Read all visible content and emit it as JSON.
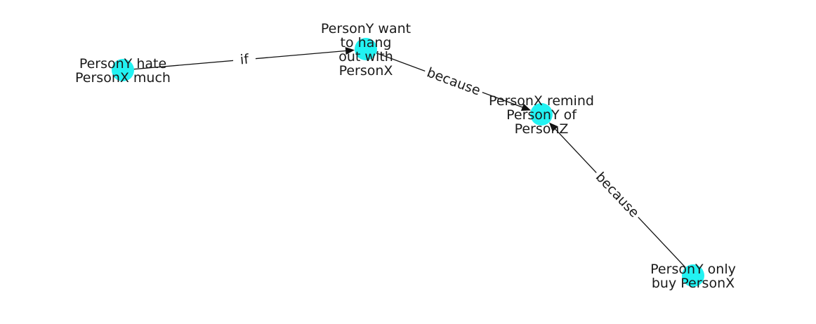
{
  "graph": {
    "node_color": "#22f2f2",
    "edge_color": "#111111",
    "nodes": [
      {
        "id": "n1",
        "lines": [
          "PersonY hate",
          "PersonX much"
        ]
      },
      {
        "id": "n2",
        "lines": [
          "PersonY want",
          "to hang",
          "out with",
          "PersonX"
        ]
      },
      {
        "id": "n3",
        "lines": [
          "PersonX remind",
          "PersonY of",
          "PersonZ"
        ]
      },
      {
        "id": "n4",
        "lines": [
          "PersonY only",
          "buy PersonX"
        ]
      }
    ],
    "edges": [
      {
        "source": "n1",
        "target": "n2",
        "label": "if"
      },
      {
        "source": "n2",
        "target": "n3",
        "label": "because"
      },
      {
        "source": "n4",
        "target": "n3",
        "label": "because"
      }
    ]
  }
}
